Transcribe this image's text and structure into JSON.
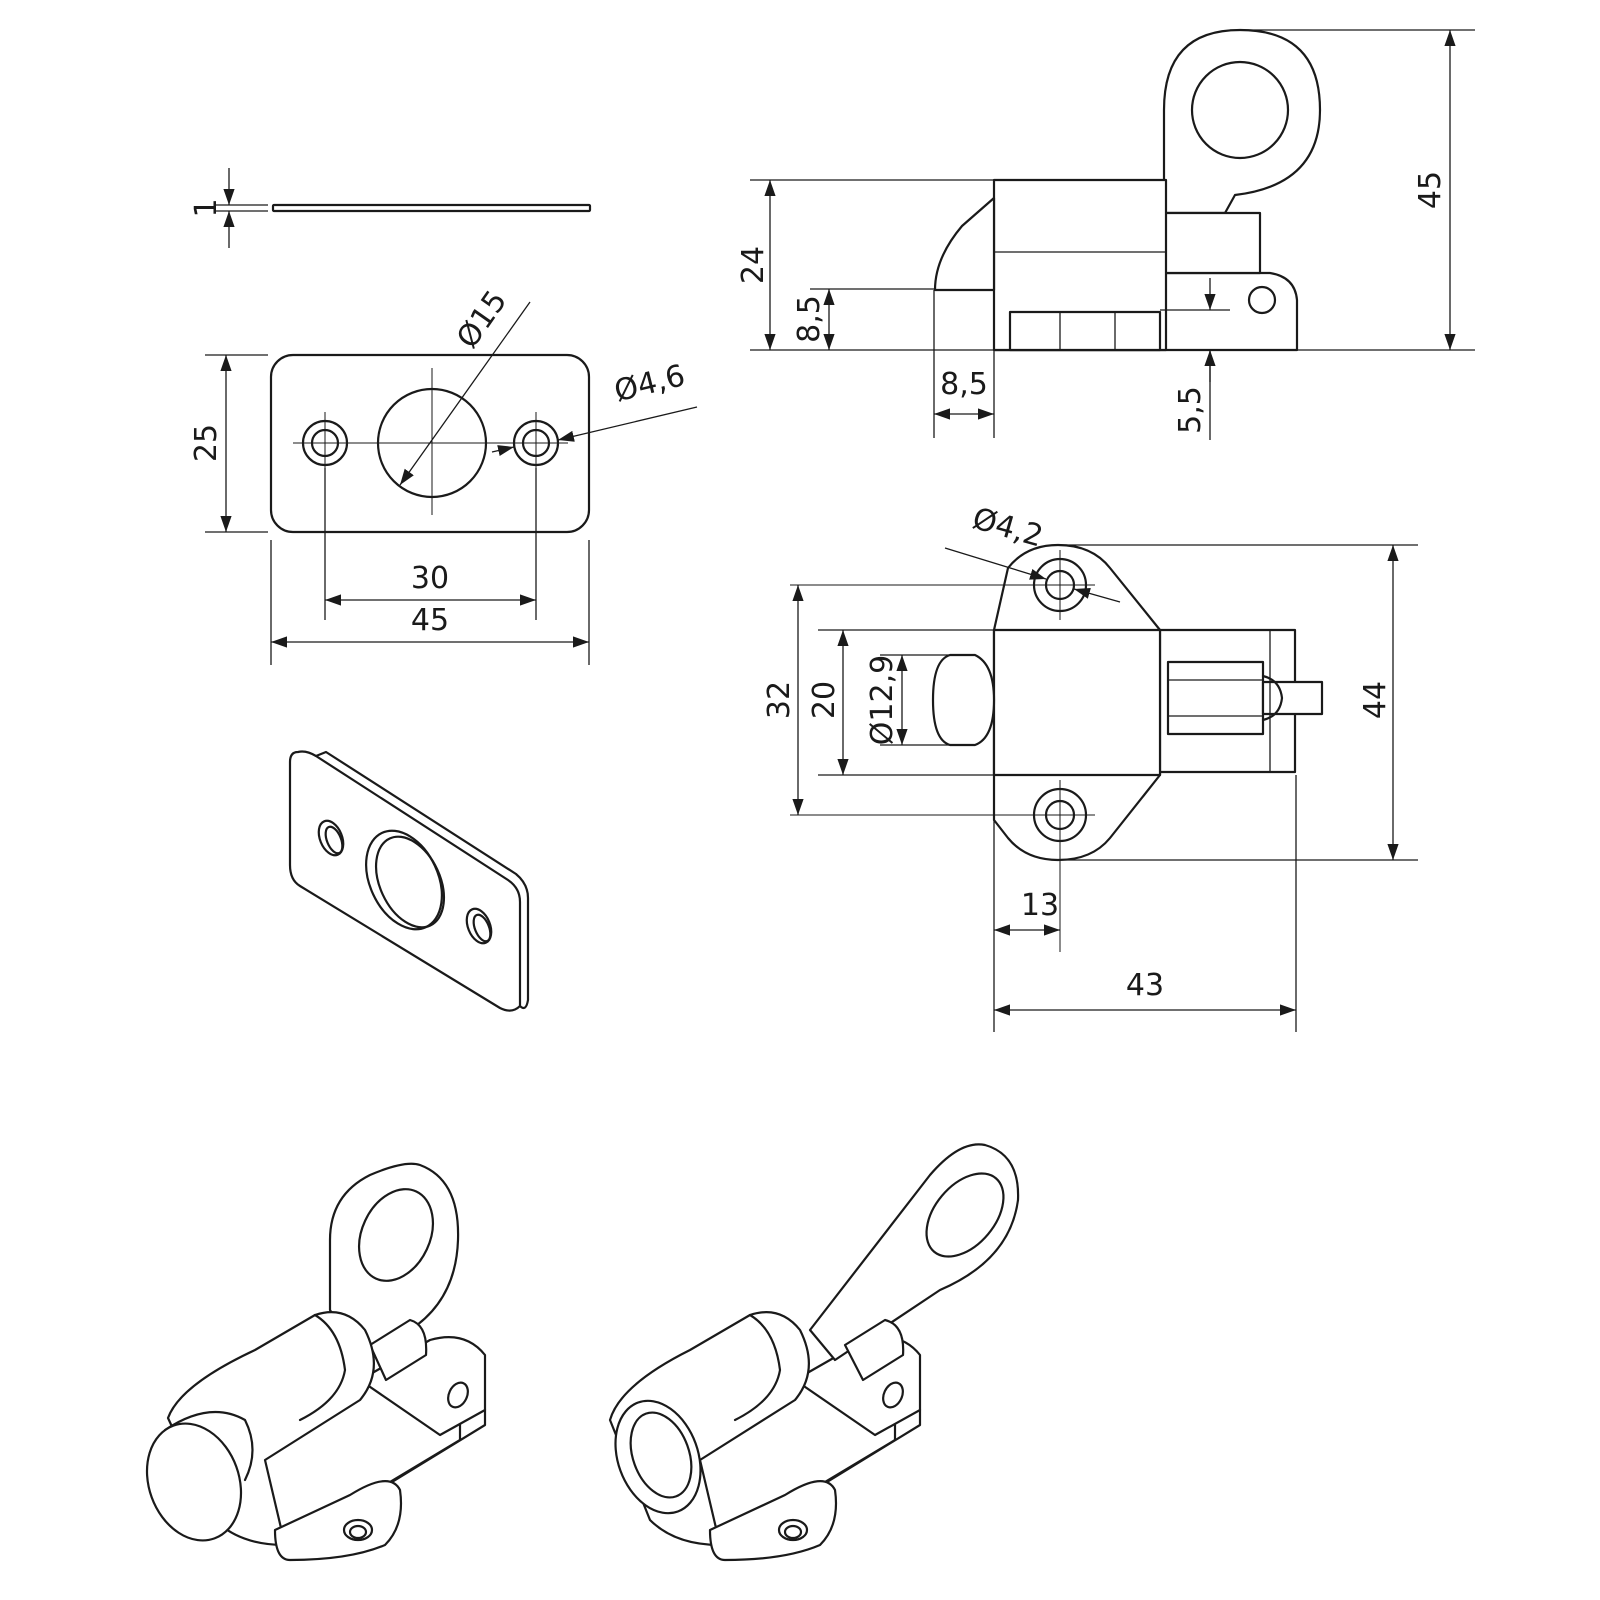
{
  "drawing": {
    "plate_side": {
      "thickness": "1"
    },
    "plate_front": {
      "height": "25",
      "hole_spacing": "30",
      "width": "45",
      "center_hole_diameter": "Ø15",
      "screw_hole_diameter": "Ø4,6"
    },
    "latch_side": {
      "body_height": "24",
      "total_height": "45",
      "bolt_axis_height": "8,5",
      "base_offset": "8,5",
      "base_thickness": "5,5"
    },
    "latch_top": {
      "screw_hole_diameter": "Ø4,2",
      "hole_spacing": "32",
      "body_width": "20",
      "bolt_diameter": "Ø12,9",
      "flange_width": "44",
      "hole_offset": "13",
      "total_length": "43"
    }
  },
  "colors": {
    "line": "#1a1a1a",
    "background": "#ffffff"
  }
}
